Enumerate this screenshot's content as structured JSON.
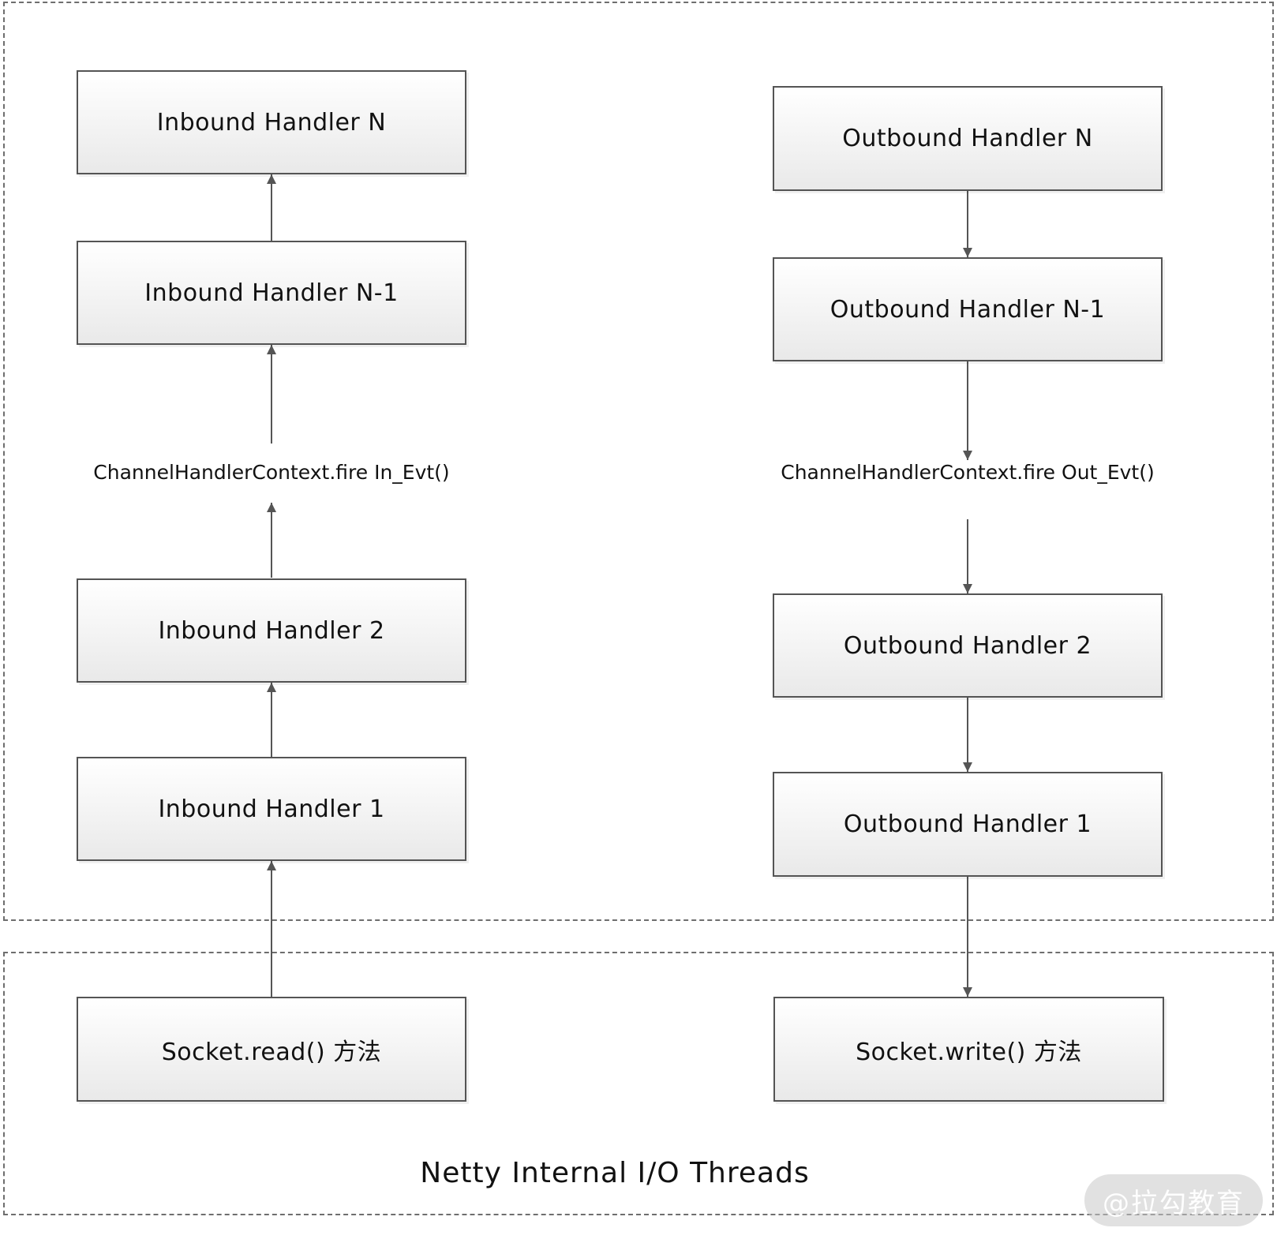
{
  "inbound": {
    "handler_n": "Inbound Handler N",
    "handler_n_minus_1": "Inbound Handler N-1",
    "context_call": "ChannelHandlerContext.fire In_Evt()",
    "handler_2": "Inbound Handler 2",
    "handler_1": "Inbound Handler 1"
  },
  "outbound": {
    "handler_n": "Outbound Handler N",
    "handler_n_minus_1": "Outbound Handler N-1",
    "context_call": "ChannelHandlerContext.fire Out_Evt()",
    "handler_2": "Outbound Handler 2",
    "handler_1": "Outbound Handler 1"
  },
  "io": {
    "read": "Socket.read() 方法",
    "write": "Socket.write() 方法",
    "title": "Netty Internal I/O Threads"
  },
  "watermark": {
    "text": "@拉勾教育"
  },
  "colors": {
    "line": "#555555",
    "border": "#545454",
    "dashed": "#6e6e6e"
  }
}
